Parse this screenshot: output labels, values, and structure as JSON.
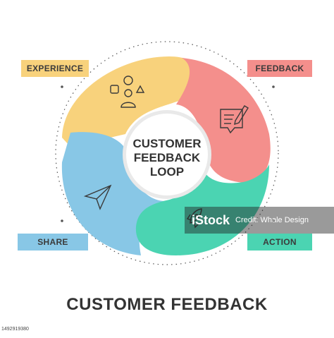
{
  "diagram": {
    "center_title": [
      "CUSTOMER",
      "FEEDBACK",
      "LOOP"
    ],
    "segments": [
      {
        "label": "EXPERIENCE",
        "icon": "people-icon",
        "color": "#f8d27c"
      },
      {
        "label": "FEEDBACK",
        "icon": "feedback-form-icon",
        "color": "#f48f8c"
      },
      {
        "label": "ACTION",
        "icon": "rocket-icon",
        "color": "#4bd4b2"
      },
      {
        "label": "SHARE",
        "icon": "paper-plane-icon",
        "color": "#88c7e6"
      }
    ]
  },
  "footer_title": "CUSTOMER FEEDBACK",
  "watermark": {
    "brand": "iStock",
    "credit": "Credit: Whale Design"
  },
  "image_id": "1492919380"
}
